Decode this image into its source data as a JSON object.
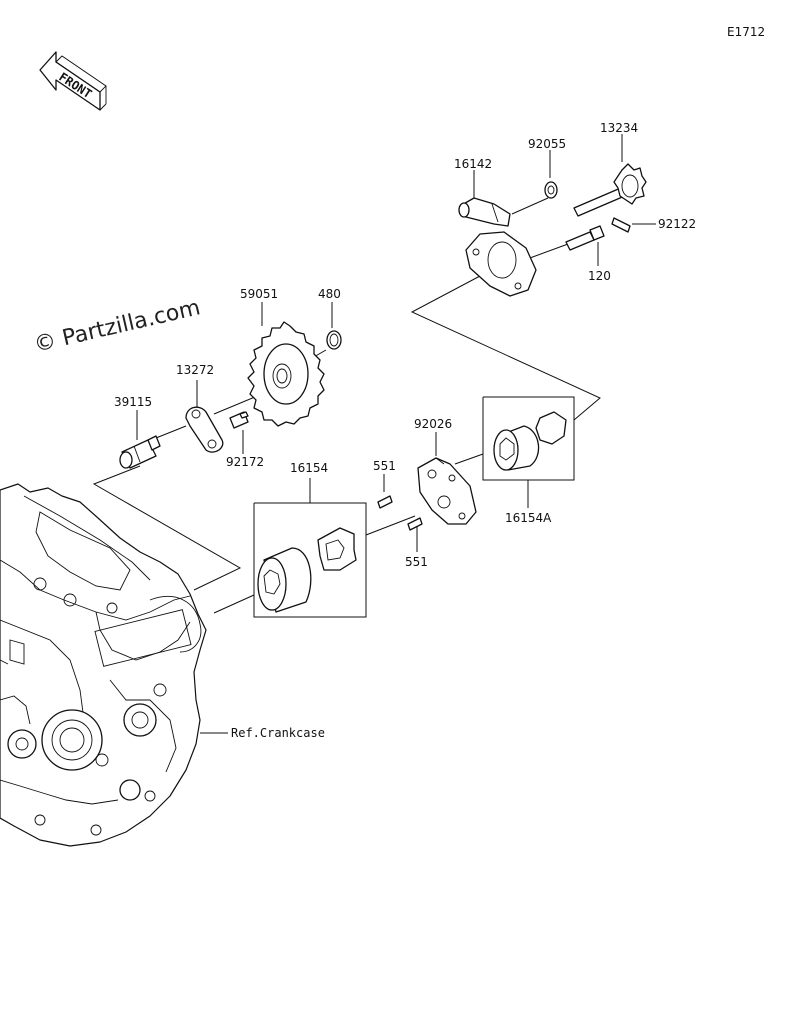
{
  "diagram_code": "E1712",
  "front_label": "FRONT",
  "watermark": "© Partzilla.com",
  "ref_label": "Ref.Crankcase",
  "parts": {
    "p13234": "13234",
    "p92055": "92055",
    "p16142": "16142",
    "p92122": "92122",
    "p120": "120",
    "p59051": "59051",
    "p480": "480",
    "p13272": "13272",
    "p39115": "39115",
    "p92172": "92172",
    "p92026": "92026",
    "p16154": "16154",
    "p551a": "551",
    "p551b": "551",
    "p16154A": "16154A"
  }
}
